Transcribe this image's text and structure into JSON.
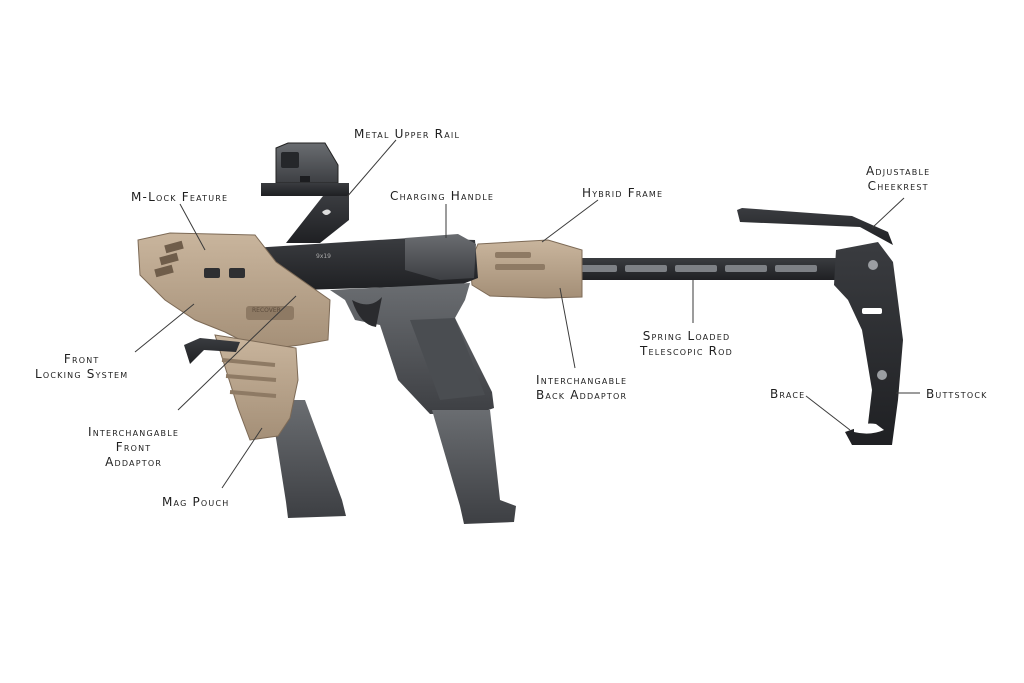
{
  "callouts": {
    "metal_upper_rail": "Metal Upper Rail",
    "m_lock_feature": "M-Lock Feature",
    "charging_handle": "Charging Handle",
    "hybrid_frame": "Hybrid Frame",
    "adjustable_cheekrest": [
      "Adjustable",
      "Cheekrest"
    ],
    "front_locking_system": [
      "Front",
      "Locking System"
    ],
    "spring_loaded_rod": [
      "Spring Loaded",
      "Telescopic Rod"
    ],
    "interchangable_back": [
      "Interchangable",
      "Back Addaptor"
    ],
    "interchangable_front": [
      "Interchangable",
      "Front",
      "Addaptor"
    ],
    "mag_pouch": "Mag Pouch",
    "brace": "Brace",
    "buttstock": "Buttstock"
  },
  "markings": {
    "caliber": "9x19",
    "brand_plate": "RECOVER"
  },
  "colors": {
    "tan": "#bba58c",
    "tan_dark": "#8e7a64",
    "black": "#2b2d30",
    "gray": "#55585c",
    "line": "#3a3a3a"
  }
}
